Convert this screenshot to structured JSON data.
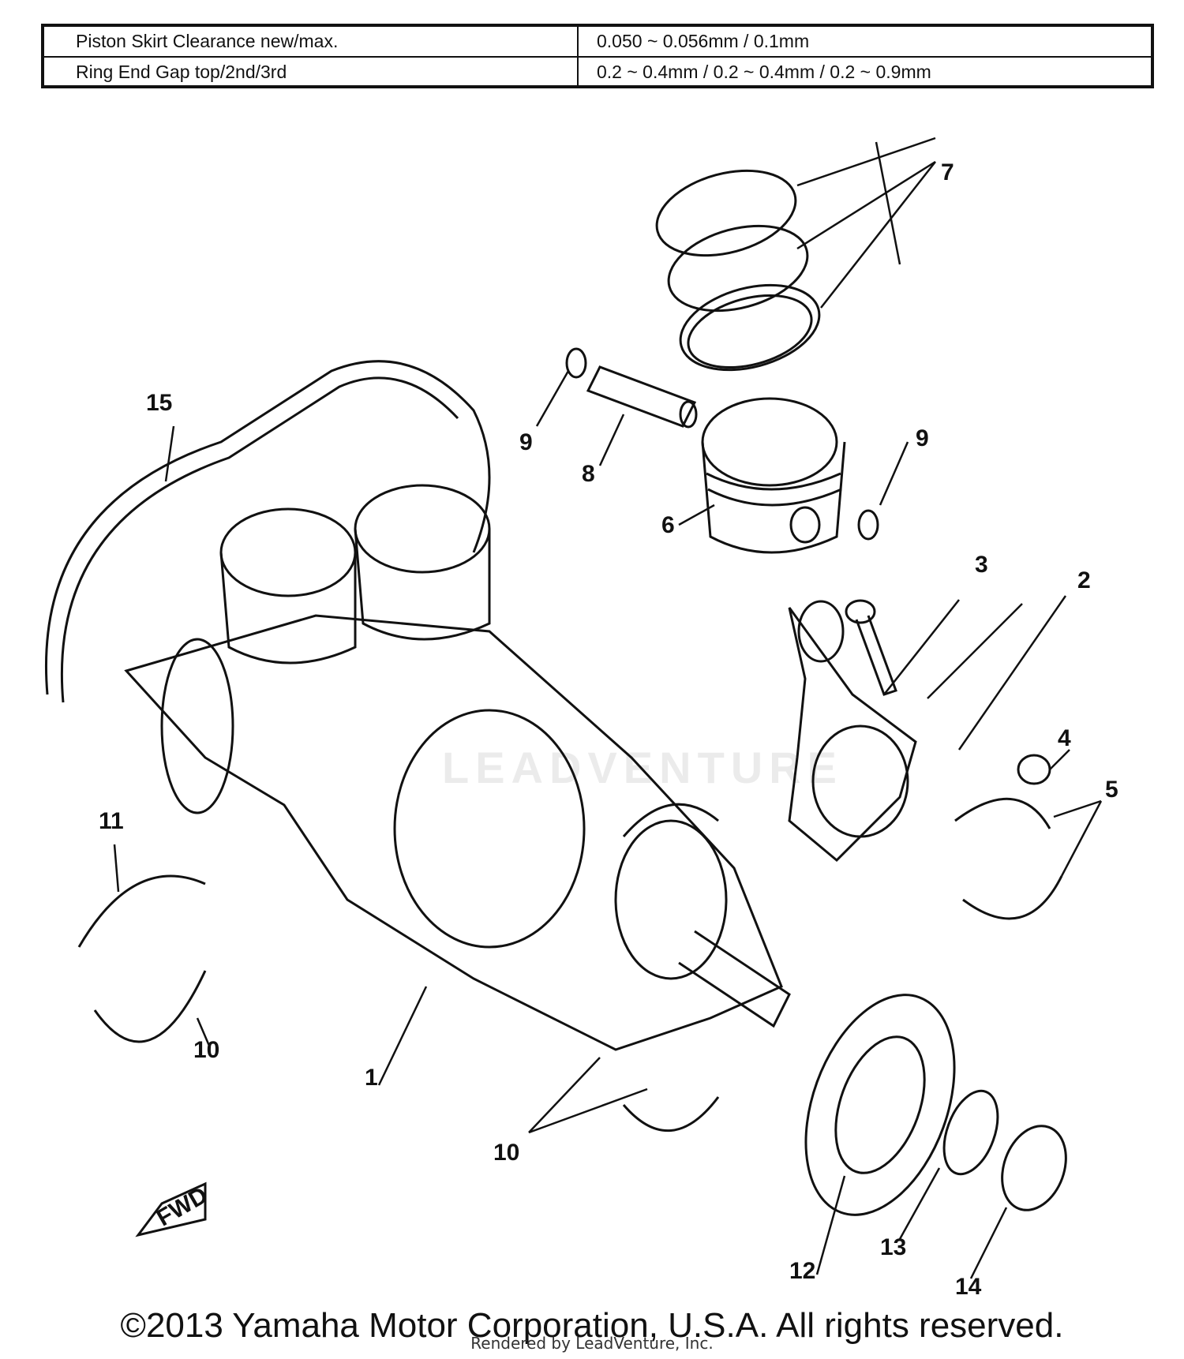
{
  "specs": [
    {
      "label": "Piston Skirt Clearance new/max.",
      "value": "0.050 ~ 0.056mm / 0.1mm"
    },
    {
      "label": "Ring End Gap top/2nd/3rd",
      "value": "0.2 ~ 0.4mm / 0.2 ~ 0.4mm / 0.2 ~ 0.9mm"
    }
  ],
  "callouts": {
    "c1": "1",
    "c2": "2",
    "c3": "3",
    "c4": "4",
    "c5": "5",
    "c6": "6",
    "c7": "7",
    "c8": "8",
    "c9a": "9",
    "c9b": "9",
    "c10a": "10",
    "c10b": "10",
    "c11": "11",
    "c12": "12",
    "c13": "13",
    "c14": "14",
    "c15": "15"
  },
  "fwd_label": "FWD",
  "watermark": "LEADVENTURE",
  "copyright": "©2013 Yamaha Motor Corporation, U.S.A. All rights reserved.",
  "rendered_by": "Rendered by LeadVenture, Inc."
}
